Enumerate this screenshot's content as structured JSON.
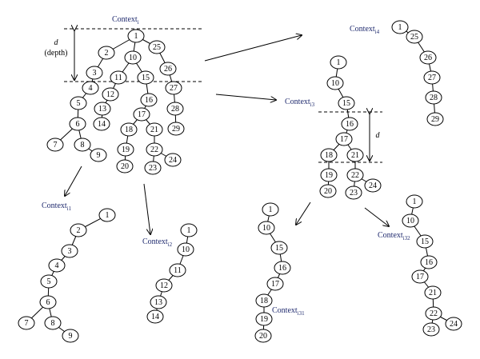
{
  "labels": {
    "main": {
      "base": "Context",
      "sub": "i"
    },
    "c1": {
      "base": "Context",
      "sub": "i1"
    },
    "c2": {
      "base": "Context",
      "sub": "i2"
    },
    "c3": {
      "base": "Context",
      "sub": "i3"
    },
    "c4": {
      "base": "Context",
      "sub": "i4"
    },
    "c31": {
      "base": "Context",
      "sub": "i31"
    },
    "c32": {
      "base": "Context",
      "sub": "i32"
    }
  },
  "depth": {
    "symbol": "d",
    "caption": "(depth)"
  },
  "depth_small": {
    "symbol": "d"
  },
  "trees": {
    "main": {
      "nodes": [
        "1",
        "2",
        "3",
        "4",
        "5",
        "6",
        "7",
        "8",
        "9",
        "10",
        "11",
        "12",
        "13",
        "14",
        "15",
        "16",
        "17",
        "18",
        "19",
        "20",
        "21",
        "22",
        "23",
        "24",
        "25",
        "26",
        "27",
        "28",
        "29"
      ],
      "edges": [
        [
          "1",
          "2"
        ],
        [
          "2",
          "3"
        ],
        [
          "3",
          "4"
        ],
        [
          "4",
          "5"
        ],
        [
          "5",
          "6"
        ],
        [
          "6",
          "7"
        ],
        [
          "6",
          "8"
        ],
        [
          "8",
          "9"
        ],
        [
          "1",
          "10"
        ],
        [
          "10",
          "11"
        ],
        [
          "11",
          "12"
        ],
        [
          "12",
          "13"
        ],
        [
          "13",
          "14"
        ],
        [
          "10",
          "15"
        ],
        [
          "15",
          "16"
        ],
        [
          "16",
          "17"
        ],
        [
          "17",
          "18"
        ],
        [
          "18",
          "19"
        ],
        [
          "19",
          "20"
        ],
        [
          "17",
          "21"
        ],
        [
          "21",
          "22"
        ],
        [
          "22",
          "23"
        ],
        [
          "22",
          "24"
        ],
        [
          "1",
          "25"
        ],
        [
          "25",
          "26"
        ],
        [
          "26",
          "27"
        ],
        [
          "27",
          "28"
        ],
        [
          "28",
          "29"
        ]
      ]
    },
    "i1": {
      "nodes": [
        "1",
        "2",
        "3",
        "4",
        "5",
        "6",
        "7",
        "8",
        "9"
      ]
    },
    "i2": {
      "nodes": [
        "1",
        "10",
        "11",
        "12",
        "13",
        "14"
      ]
    },
    "i3": {
      "nodes": [
        "1",
        "10",
        "15",
        "16",
        "17",
        "18",
        "19",
        "20",
        "21",
        "22",
        "23",
        "24"
      ]
    },
    "i4": {
      "nodes": [
        "1",
        "25",
        "26",
        "27",
        "28",
        "29"
      ]
    },
    "i31": {
      "nodes": [
        "1",
        "10",
        "15",
        "16",
        "17",
        "18",
        "19",
        "20"
      ]
    },
    "i32": {
      "nodes": [
        "1",
        "10",
        "15",
        "16",
        "17",
        "21",
        "22",
        "23",
        "24"
      ]
    }
  }
}
